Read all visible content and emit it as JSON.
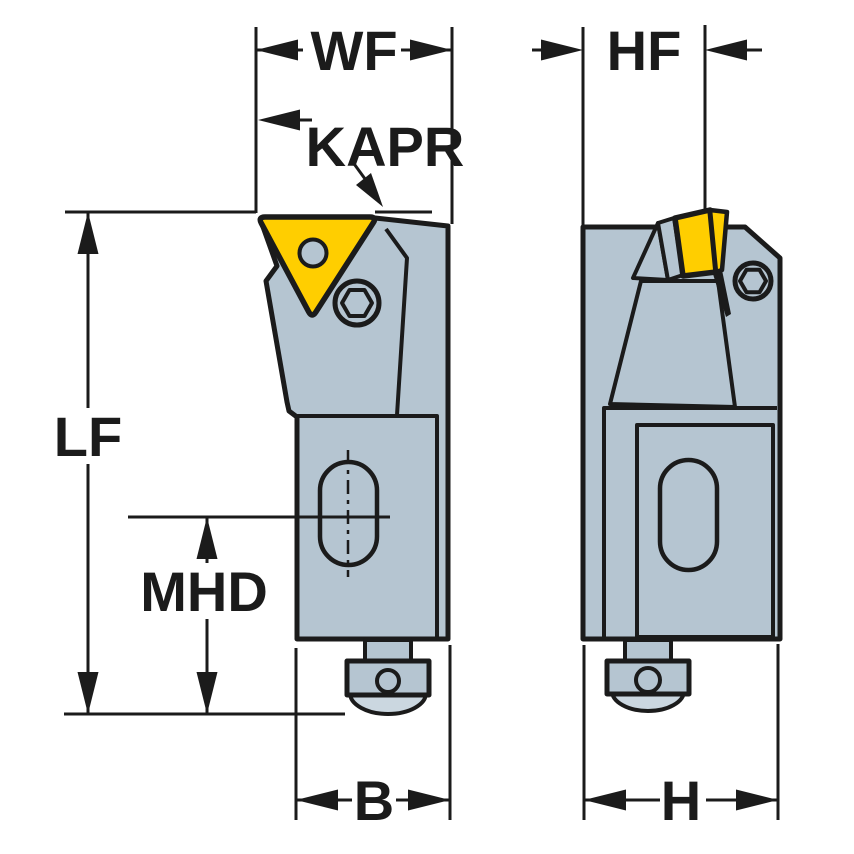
{
  "labels": {
    "wf": "WF",
    "kapr": "KAPR",
    "lf": "LF",
    "mhd": "MHD",
    "b": "B",
    "hf": "HF",
    "h": "H"
  },
  "colors": {
    "body": "#b5c5d1",
    "body-light": "#cbd7e0",
    "insert": "#ffce00",
    "outline": "#1b1b1b",
    "background": "#ffffff"
  }
}
